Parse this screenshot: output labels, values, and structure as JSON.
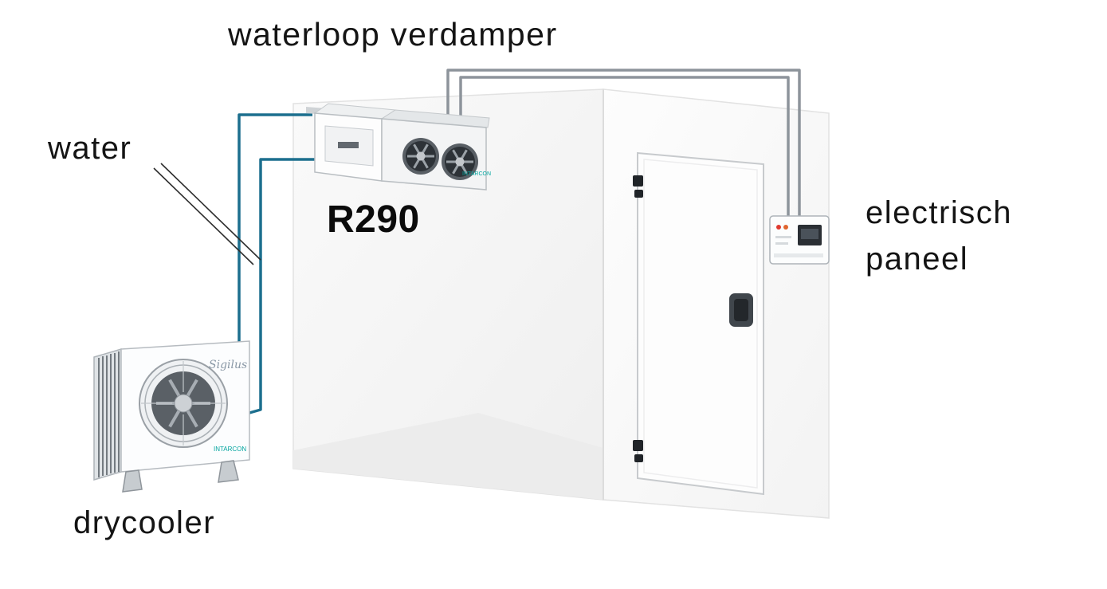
{
  "diagram": {
    "title": "waterloop verdamper",
    "labels": {
      "water": "water",
      "refrigerant": "R290",
      "electrical_panel": "electrisch paneel",
      "drycooler": "drycooler"
    },
    "equipment": {
      "drycooler_brand": "Sigilus",
      "brand_small": "INTARCON"
    },
    "colors": {
      "water_pipe": "#1c6f8e",
      "loop_pipe": "#8d949b",
      "text": "#141414"
    }
  }
}
